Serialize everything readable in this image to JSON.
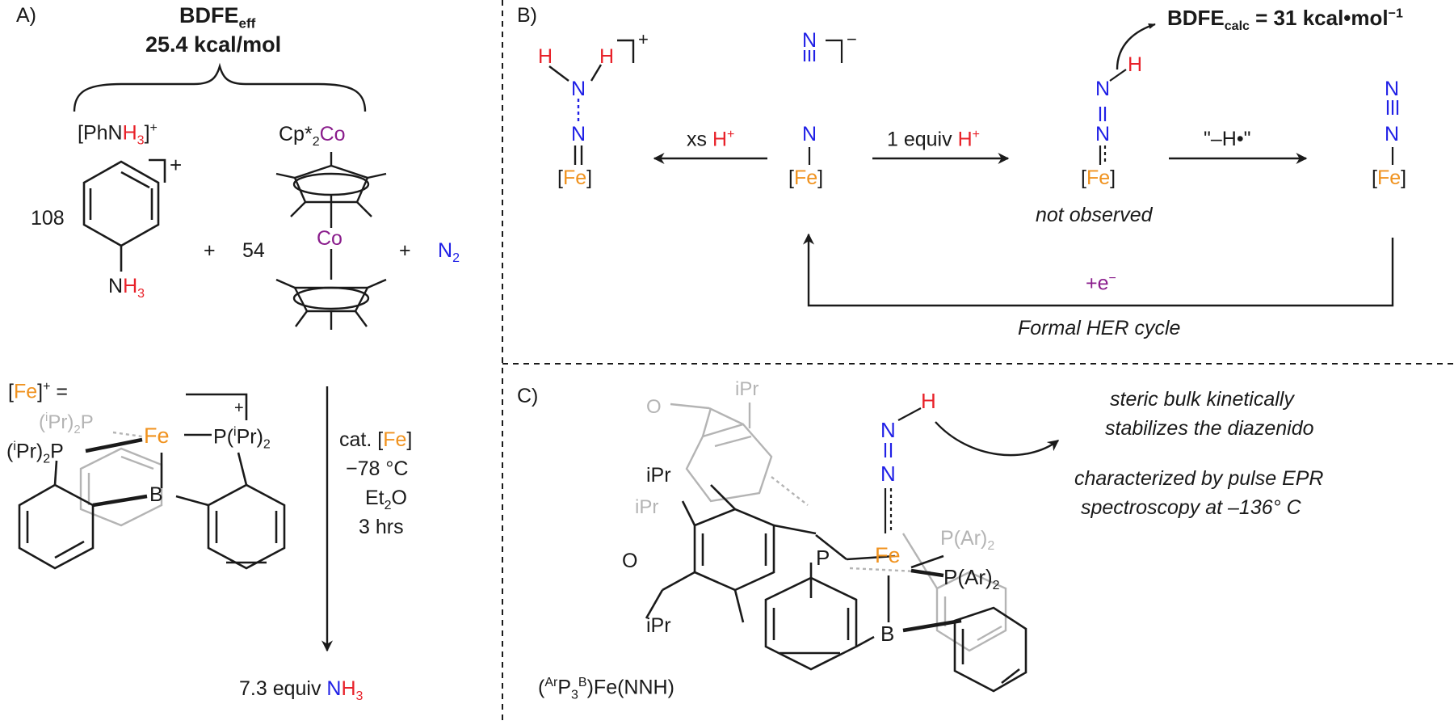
{
  "colors": {
    "iron": "#f0921e",
    "hydrogen": "#e8222a",
    "nitrogen": "#2020e6",
    "cobalt": "#8a1d8c",
    "ghost": "#b4b4b4",
    "ink": "#1a1a1a"
  },
  "panels": {
    "a": "A)",
    "b": "B)",
    "c": "C)"
  },
  "panel_a": {
    "bdfe_main": "BDFE",
    "bdfe_sub": "eff",
    "bdfe_value": "25.4 kcal/mol",
    "anilinium_open": "[PhN",
    "anilinium_h": "H",
    "anilinium_3": "3",
    "anilinium_close": "]",
    "plus_sup": "+",
    "coeff_aniline": "108",
    "plus": "+",
    "coeff_cobalt": "54",
    "n_atom": "N",
    "h_atom": "H",
    "sub_3": "3",
    "cobaltocene_cp": "Cp*",
    "cobaltocene_2": "2",
    "co": "Co",
    "n2_n": "N",
    "n2_2": "2",
    "fe_def_open": "[",
    "fe": "Fe",
    "fe_def_close": "]",
    "fe_def_eq": " =",
    "ipr_left": "(",
    "ipr_i": "i",
    "ipr_pr": "Pr)",
    "ipr_2": "2",
    "p": "P",
    "b": "B",
    "cond_cat": "cat. [",
    "cond_temp": "−78 °C",
    "cond_solvent_et": "Et",
    "cond_solvent_o": "O",
    "cond_time": "3 hrs",
    "product_amount": "7.3 equiv ",
    "product_n": "N",
    "product_h": "H",
    "product_3": "3"
  },
  "panel_b": {
    "bdfe_calc_main": "BDFE",
    "bdfe_calc_sub": "calc",
    "bdfe_calc_value": " = 31 kcal•mol",
    "bdfe_calc_exp": "−1",
    "xs": "xs ",
    "equiv1": "1 equiv ",
    "h_plus": "H",
    "minus_h": "\"–H•\"",
    "not_observed": "not observed",
    "electron": "+e",
    "electron_sup": "−",
    "cycle_label": "Formal HER cycle",
    "minus_sup": "−"
  },
  "panel_c": {
    "ipr": "iPr",
    "p_ar_open": "P(Ar)",
    "note_line1": "steric bulk kinetically",
    "note_line2": "stabilizes the diazenido",
    "note_line3": "characterized by pulse EPR",
    "note_line4": "spectroscopy at –136° C",
    "complex_open": "(",
    "complex_sup": "Ar",
    "complex_p": "P",
    "complex_3": "3",
    "complex_b": "B",
    "complex_rest": ")Fe(NNH)"
  }
}
